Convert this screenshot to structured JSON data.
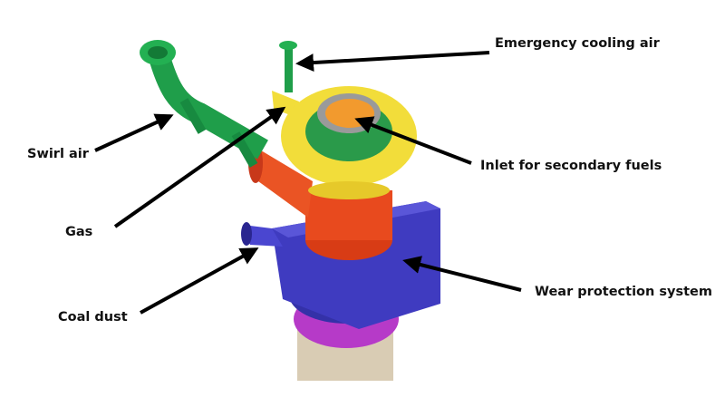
{
  "labels": {
    "emergency_cooling_air": "Emergency cooling air",
    "swirl_air": "Swirl air",
    "inlet_secondary_fuels": "Inlet for secondary fuels",
    "gas": "Gas",
    "wear_protection": "Wear protection system",
    "coal_dust": "Coal dust"
  },
  "colors": {
    "swirl_air_pipe": "#1f9e4a",
    "gas_ring": "#f2dd3a",
    "secondary_fuel_inlet": "#f29a2e",
    "primary_cone": "#e84a1e",
    "wear_protection": "#3a36b8",
    "coal_dust_flange": "#b63ac8",
    "burner_tube": "#d9ccb4"
  }
}
